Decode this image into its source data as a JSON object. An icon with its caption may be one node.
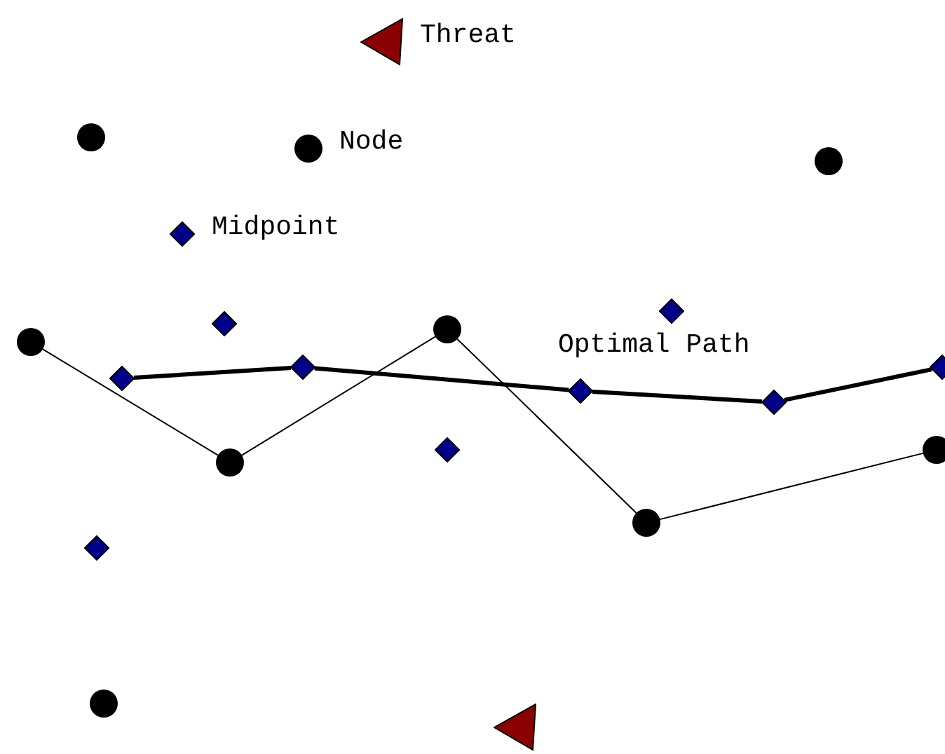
{
  "diagram": {
    "nodes": [
      {
        "text": [],
        "shape": "triangle",
        "beside": [
          "Threat"
        ]
      },
      {
        "text": [],
        "shape": "circle"
      },
      {
        "text": [],
        "shape": "circle",
        "beside": [
          "Node"
        ]
      },
      {
        "text": [],
        "shape": "circle"
      },
      {
        "text": [],
        "shape": "diamond",
        "beside": [
          "Midpoint"
        ]
      },
      {
        "text": [],
        "shape": "diamond"
      },
      {
        "text": [],
        "shape": "diamond"
      },
      {
        "text": [],
        "shape": "circle"
      },
      {
        "text": [],
        "shape": "circle"
      },
      {
        "text": [],
        "shape": "diamond"
      },
      {
        "text": [],
        "shape": "diamond"
      },
      {
        "text": [],
        "shape": "diamond"
      },
      {
        "text": [],
        "shape": "diamond"
      },
      {
        "text": [],
        "shape": "diamond"
      },
      {
        "text": [],
        "shape": "circle"
      },
      {
        "text": [],
        "shape": "diamond"
      },
      {
        "text": [],
        "shape": "circle"
      },
      {
        "text": [],
        "shape": "circle"
      },
      {
        "text": [],
        "shape": "diamond"
      },
      {
        "text": [],
        "shape": "circle"
      },
      {
        "text": [],
        "shape": "triangle"
      }
    ],
    "edges": [
      {
        "from": 8,
        "to": 16,
        "arrow": "none"
      },
      {
        "from": 16,
        "to": 7,
        "arrow": "none"
      },
      {
        "from": 7,
        "to": 17,
        "arrow": "none"
      },
      {
        "from": 17,
        "to": 14,
        "arrow": "none"
      },
      {
        "from": 11,
        "to": 10,
        "arrow": "none",
        "style": "thick"
      },
      {
        "from": 10,
        "to": 12,
        "arrow": "none",
        "style": "thick"
      },
      {
        "from": 12,
        "to": 13,
        "arrow": "none",
        "style": "thick"
      },
      {
        "from": 13,
        "to": 9,
        "arrow": "none",
        "style": "thick"
      }
    ],
    "labels": [
      "Optimal Path"
    ]
  }
}
